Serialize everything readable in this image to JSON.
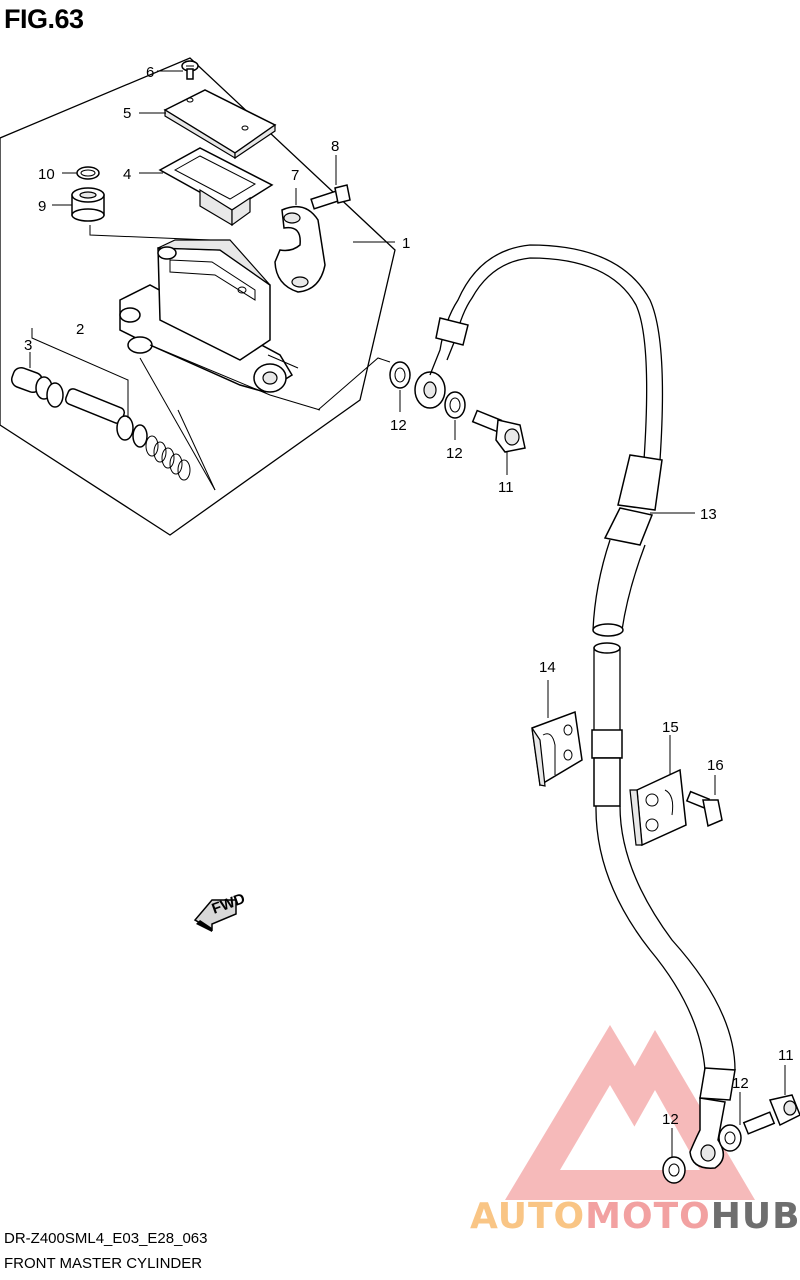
{
  "figure_title": "FIG.63",
  "footer": {
    "model_code": "DR-Z400SML4_E03_E28_063",
    "assembly_name": "FRONT MASTER CYLINDER"
  },
  "watermark": {
    "part1": "AUTO",
    "part2": "MOTO",
    "part3": "HUB",
    "colors": {
      "auto": "#f9c585",
      "moto": "#f2a1a1",
      "hub": "#6e6e6e",
      "triangle": "#f0a0a0"
    }
  },
  "fwd_label": "FWD",
  "callouts": [
    {
      "id": "c1",
      "label": "1"
    },
    {
      "id": "c2",
      "label": "2"
    },
    {
      "id": "c3",
      "label": "3"
    },
    {
      "id": "c4",
      "label": "4"
    },
    {
      "id": "c5",
      "label": "5"
    },
    {
      "id": "c6",
      "label": "6"
    },
    {
      "id": "c7",
      "label": "7"
    },
    {
      "id": "c8",
      "label": "8"
    },
    {
      "id": "c9",
      "label": "9"
    },
    {
      "id": "c10",
      "label": "10"
    },
    {
      "id": "c11a",
      "label": "11"
    },
    {
      "id": "c11b",
      "label": "11"
    },
    {
      "id": "c12a",
      "label": "12"
    },
    {
      "id": "c12b",
      "label": "12"
    },
    {
      "id": "c12c",
      "label": "12"
    },
    {
      "id": "c12d",
      "label": "12"
    },
    {
      "id": "c13",
      "label": "13"
    },
    {
      "id": "c14",
      "label": "14"
    },
    {
      "id": "c15",
      "label": "15"
    },
    {
      "id": "c16",
      "label": "16"
    }
  ]
}
